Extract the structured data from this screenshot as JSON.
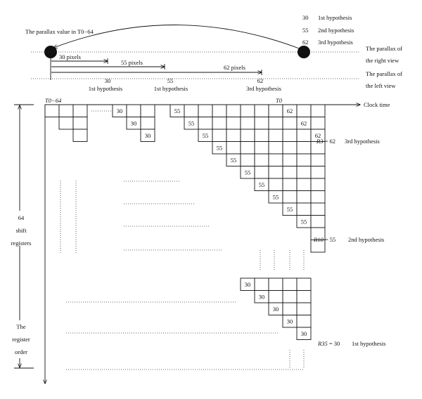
{
  "parallax_title": "The parallax value in T0−64",
  "legend": [
    {
      "value": "30",
      "label": "1st hypothesis"
    },
    {
      "value": "55",
      "label": "2nd hypothesis"
    },
    {
      "value": "62",
      "label": "3rd hypothesis"
    }
  ],
  "right_view": [
    "The parallax of",
    "the right view"
  ],
  "left_view": [
    "The parallax of",
    "the left view"
  ],
  "pixel_spans": [
    "30 pixels",
    "55 pixels",
    "62 pixels"
  ],
  "hyp_marks": [
    {
      "value": "30",
      "label": "1st  hypothesis"
    },
    {
      "value": "55",
      "label": "1st hypothesis"
    },
    {
      "value": "62",
      "label": "3rd hypothesis"
    }
  ],
  "t0_64": "T0−64",
  "t0": "T0",
  "clock_time": "Clock time",
  "left_axis": {
    "count": "64",
    "line1": "shift",
    "line2": "registers",
    "order1": "The",
    "order2": "register",
    "order3": "order"
  },
  "results": [
    {
      "reg": "R3",
      "eq": " = 62",
      "hyp": "3rd hypothesis"
    },
    {
      "reg": "R10",
      "eq": " = 55",
      "hyp": "2nd hypothesis"
    },
    {
      "reg": "R35",
      "eq": " = 30",
      "hyp": "1st hypothesis"
    }
  ],
  "cell_values": {
    "first": "30",
    "second": "55",
    "third": "62"
  }
}
